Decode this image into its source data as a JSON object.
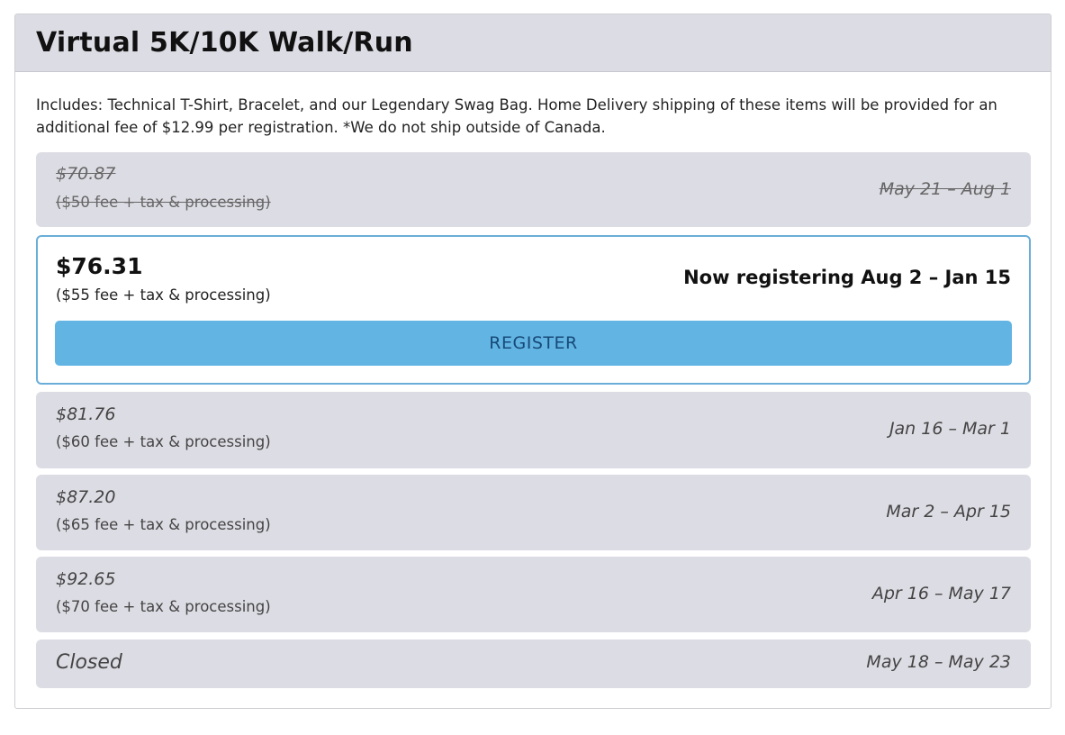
{
  "card": {
    "title": "Virtual 5K/10K Walk/Run",
    "description": "Includes: Technical T-Shirt, Bracelet, and our Legendary Swag Bag. Home Delivery shipping of these items will be provided for an additional fee of $12.99 per registration. *We do not ship outside of Canada."
  },
  "tiers": [
    {
      "price": "$70.87",
      "fee": "($50 fee + tax & processing)",
      "dates": "May 21 – Aug 1",
      "status": "past"
    },
    {
      "price": "$76.31",
      "fee": "($55 fee + tax & processing)",
      "dates": "Now registering Aug 2 – Jan 15",
      "status": "current",
      "button_label": "REGISTER"
    },
    {
      "price": "$81.76",
      "fee": "($60 fee + tax & processing)",
      "dates": "Jan 16 – Mar 1",
      "status": "upcoming"
    },
    {
      "price": "$87.20",
      "fee": "($65 fee + tax & processing)",
      "dates": "Mar 2 – Apr 15",
      "status": "upcoming"
    },
    {
      "price": "$92.65",
      "fee": "($70 fee + tax & processing)",
      "dates": "Apr 16 – May 17",
      "status": "upcoming"
    },
    {
      "price": "Closed",
      "dates": "May 18 – May 23",
      "status": "closed"
    }
  ],
  "colors": {
    "tier_bg": "#dcdce4",
    "current_border": "#6aaed8",
    "button_bg": "#62b4e3",
    "button_text": "#174a78"
  }
}
